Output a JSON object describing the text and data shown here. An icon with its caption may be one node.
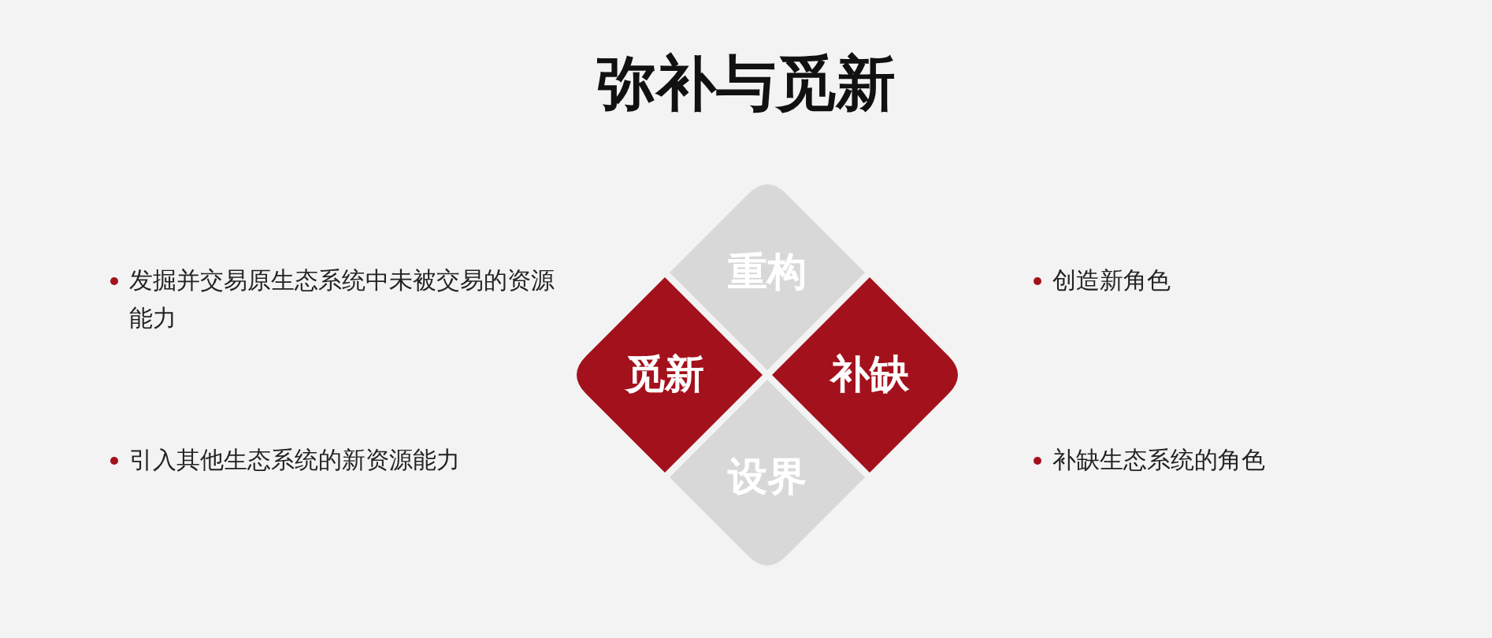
{
  "diagram": {
    "title": "弥补与觅新",
    "nodes": [
      {
        "text": [
          "重构"
        ]
      },
      {
        "text": [
          "觅新"
        ]
      },
      {
        "text": [
          "补缺"
        ]
      },
      {
        "text": [
          "设界"
        ]
      }
    ],
    "labels": [
      "发掘并交易原生态系统中未被交易的资源能力",
      "创造新角色",
      "引入其他生态系统的新资源能力",
      "补缺生态系统的角色"
    ]
  }
}
